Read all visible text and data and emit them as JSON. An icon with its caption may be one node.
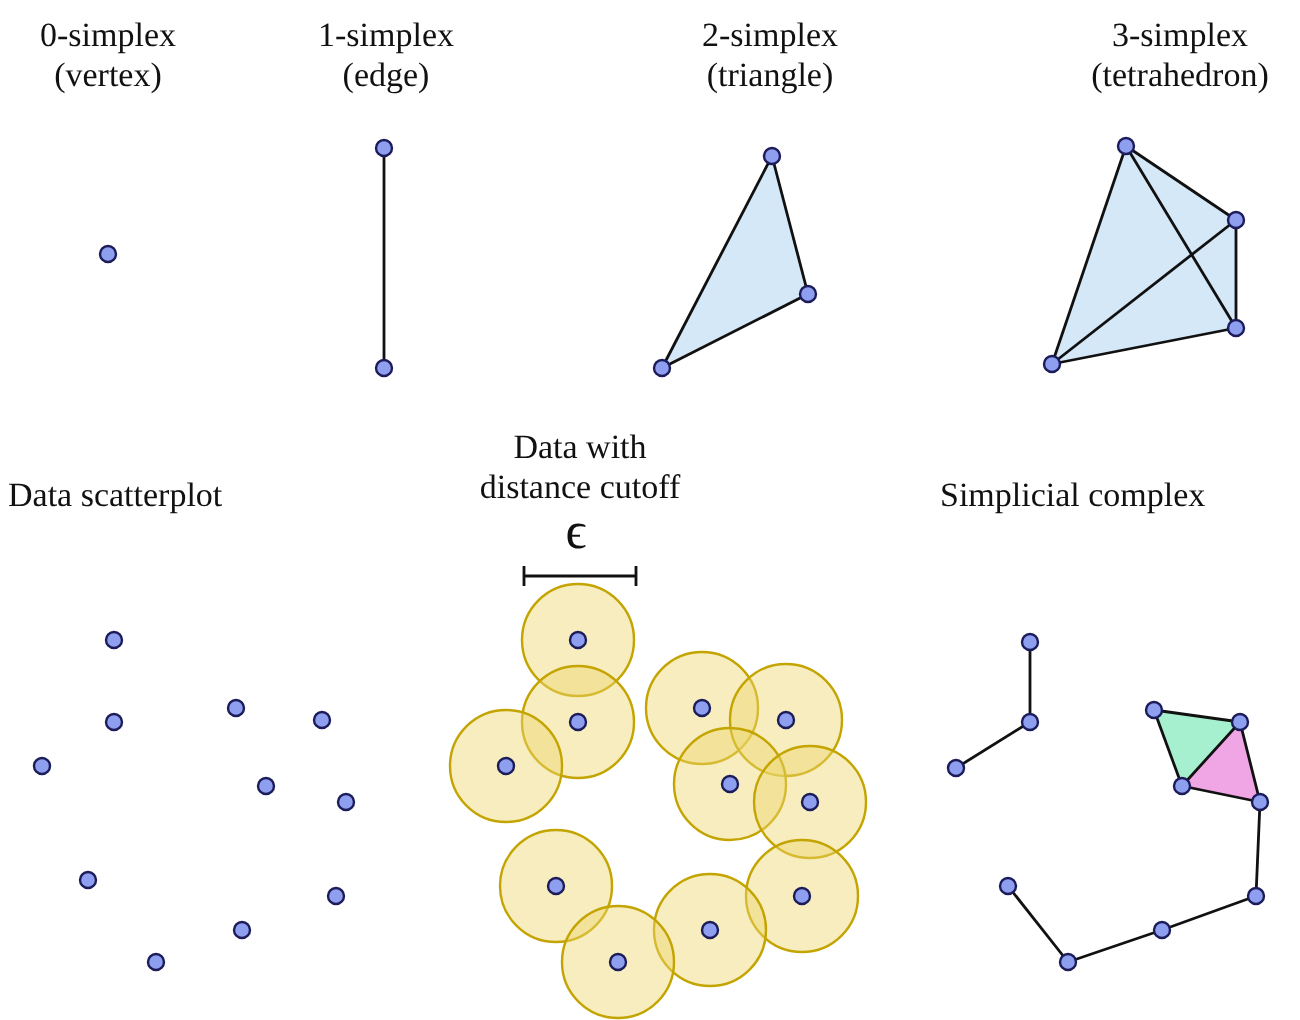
{
  "diagram": {
    "labels": [
      "0-simplex (vertex)",
      "1-simplex (edge)",
      "2-simplex (triangle)",
      "3-simplex (tetrahedron)",
      "Data scatterplot",
      "Data with distance cutoff",
      "Simplicial complex",
      "ϵ"
    ]
  }
}
